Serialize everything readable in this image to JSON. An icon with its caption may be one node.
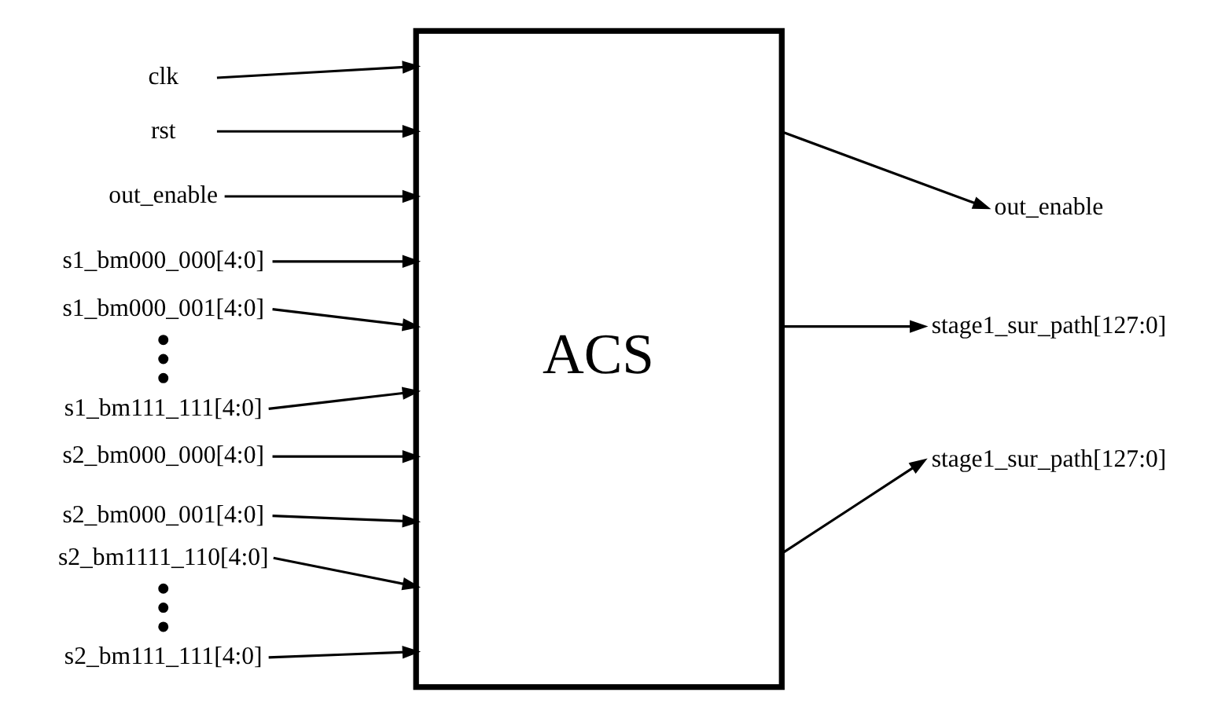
{
  "diagram": {
    "nodes": [
      {
        "text": [
          "ACS"
        ]
      },
      {
        "text": [
          "clk"
        ]
      },
      {
        "text": [
          "rst"
        ]
      },
      {
        "text": [
          "out_enable"
        ]
      },
      {
        "text": [
          "s1_bm000_000[4:0]"
        ]
      },
      {
        "text": [
          "s1_bm000_001[4:0]"
        ]
      },
      {
        "text": [
          "s1_bm111_111[4:0]"
        ]
      },
      {
        "text": [
          "s2_bm000_000[4:0]"
        ]
      },
      {
        "text": [
          "s2_bm000_001[4:0]"
        ]
      },
      {
        "text": [
          "s2_bm1111_110[4:0]"
        ]
      },
      {
        "text": [
          "s2_bm111_111[4:0]"
        ]
      },
      {
        "text": [
          "out_enable"
        ]
      },
      {
        "text": [
          "stage1_sur_path[127:0]"
        ]
      },
      {
        "text": [
          "stage1_sur_path[127:0]"
        ]
      }
    ],
    "edges": [
      {
        "from": 1,
        "to": 0,
        "arrow": "to"
      },
      {
        "from": 2,
        "to": 0,
        "arrow": "to"
      },
      {
        "from": 3,
        "to": 0,
        "arrow": "to"
      },
      {
        "from": 4,
        "to": 0,
        "arrow": "to"
      },
      {
        "from": 5,
        "to": 0,
        "arrow": "to"
      },
      {
        "from": 6,
        "to": 0,
        "arrow": "to"
      },
      {
        "from": 7,
        "to": 0,
        "arrow": "to"
      },
      {
        "from": 8,
        "to": 0,
        "arrow": "to"
      },
      {
        "from": 9,
        "to": 0,
        "arrow": "to"
      },
      {
        "from": 10,
        "to": 0,
        "arrow": "to"
      },
      {
        "from": 0,
        "to": 11,
        "arrow": "to"
      },
      {
        "from": 0,
        "to": 12,
        "arrow": "to"
      },
      {
        "from": 0,
        "to": 13,
        "arrow": "to"
      }
    ]
  }
}
